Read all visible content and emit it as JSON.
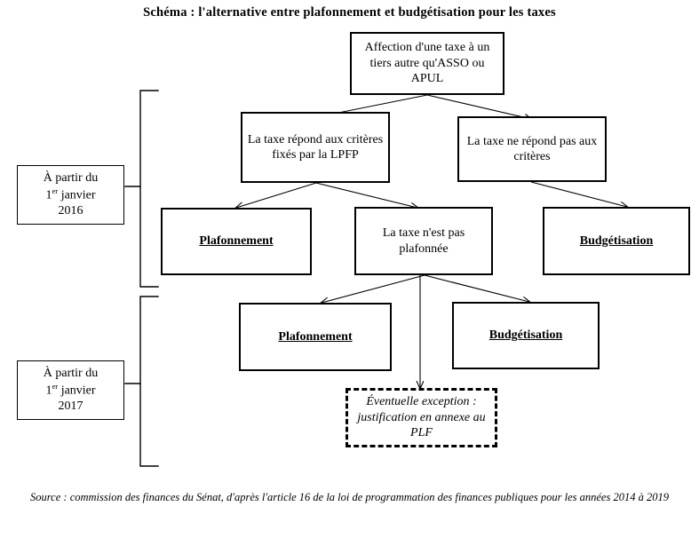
{
  "diagram": {
    "title": "Schéma : l'alternative entre plafonnement et budgétisation pour les taxes",
    "source": "Source : commission des finances du Sénat, d'après l'article 16 de la loi de programmation des finances publiques pour les années 2014 à 2019",
    "nodes": {
      "root": "Affection d'une taxe à un tiers autre qu'ASSO ou APUL",
      "criteria_met": "La taxe répond aux critères fixés par la LPFP",
      "criteria_not_met": "La taxe ne répond pas aux critères",
      "capping_2016": "Plafonnement",
      "not_capped": "La taxe n'est pas plafonnée",
      "budgeting_2016": "Budgétisation",
      "capping_2017": "Plafonnement",
      "budgeting_2017": "Budgétisation",
      "exception": "Éventuelle exception : justification en annexe au PLF"
    },
    "period_labels": {
      "first": {
        "line1": "À partir du",
        "line2_prefix": "1",
        "line2_sup": "er",
        "line2_suffix": " janvier",
        "line3": "2016"
      },
      "second": {
        "line1": "À partir du",
        "line2_prefix": "1",
        "line2_sup": "er",
        "line2_suffix": " janvier",
        "line3": "2017"
      }
    },
    "colors": {
      "stroke": "#000000",
      "background": "#ffffff"
    }
  }
}
